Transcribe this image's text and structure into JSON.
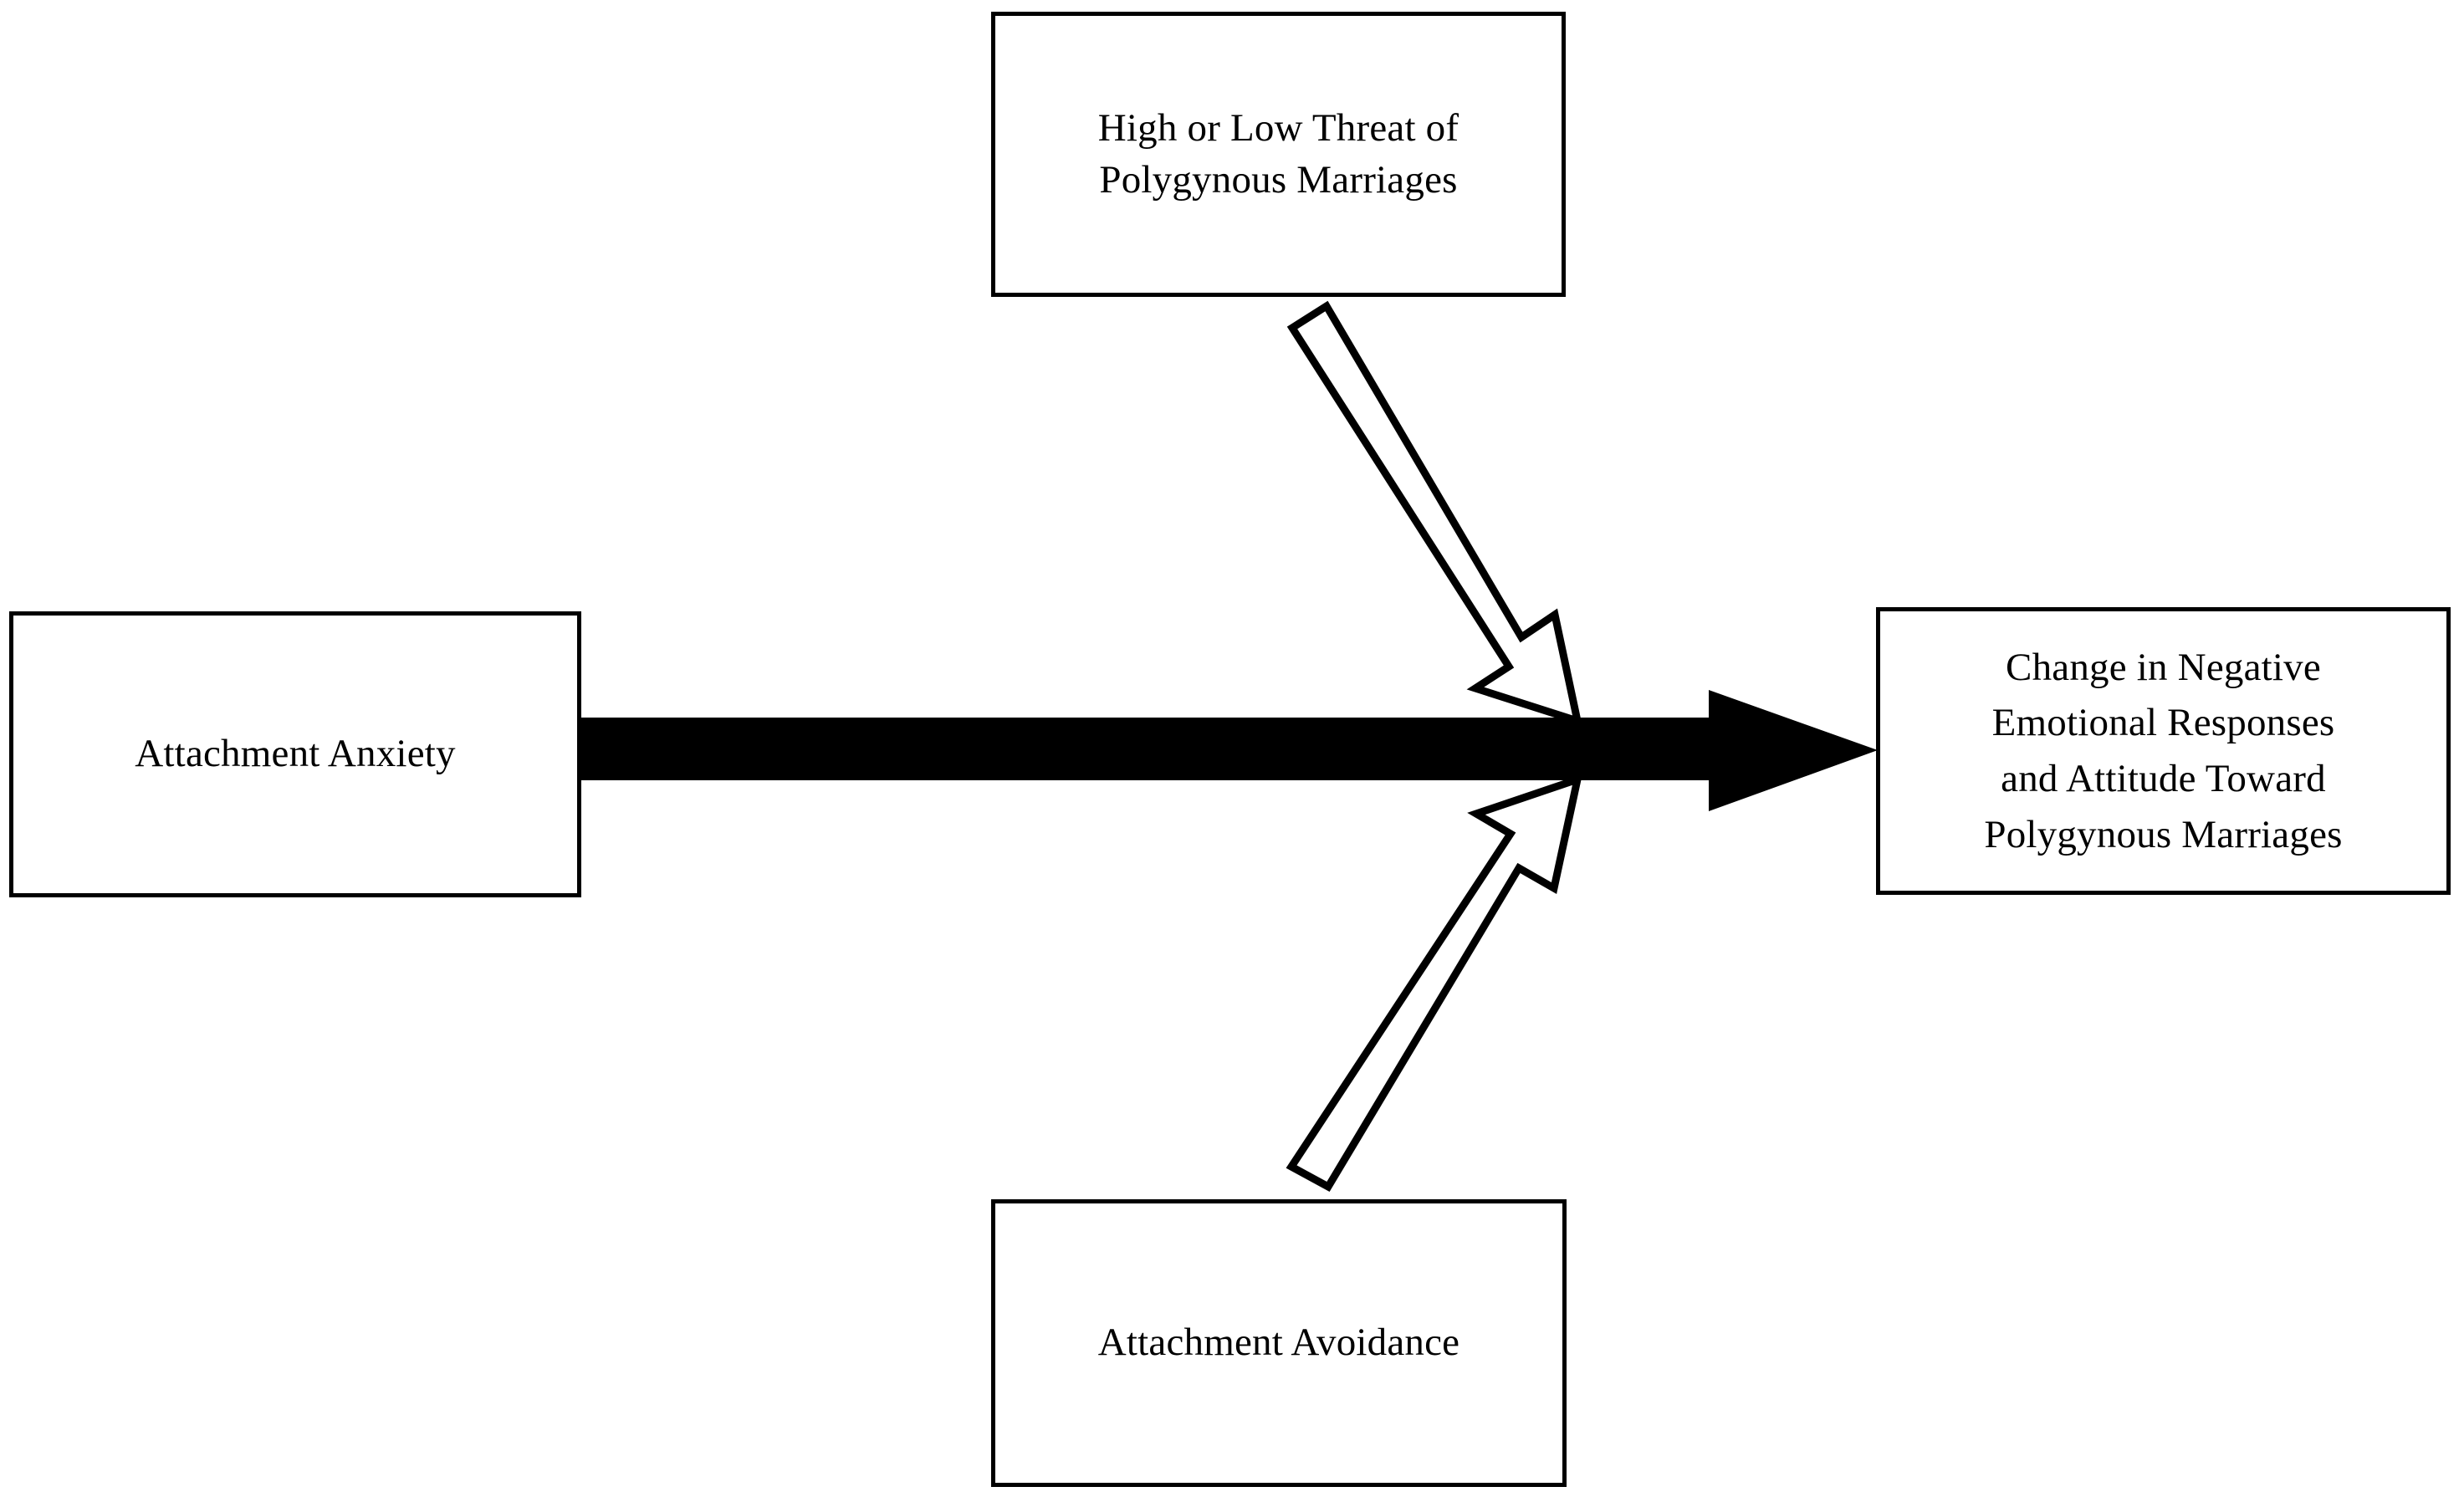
{
  "diagram": {
    "type": "moderation-model-path-diagram",
    "background_color": "#ffffff",
    "stroke_color": "#000000",
    "nodes": {
      "predictor": {
        "id": "attachment-anxiety",
        "label": "Attachment Anxiety",
        "role": "predictor",
        "position": "left"
      },
      "moderator_threat": {
        "id": "threat-of-polygynous-marriages",
        "label": "High or Low Threat of\nPolygynous Marriages",
        "role": "moderator",
        "position": "top"
      },
      "moderator_avoidance": {
        "id": "attachment-avoidance",
        "label": "Attachment Avoidance",
        "role": "moderator",
        "position": "bottom"
      },
      "outcome": {
        "id": "change-in-negative-emotional-responses",
        "label": "Change in Negative\nEmotional Responses\nand Attitude Toward\nPolygynous Marriages",
        "role": "outcome",
        "position": "right"
      }
    },
    "edges": [
      {
        "id": "main-path",
        "from": "attachment-anxiety",
        "to": "change-in-negative-emotional-responses",
        "style": "solid-thick-filled-arrow",
        "fill": "#000000",
        "direction": "left-to-right"
      },
      {
        "id": "moderation-path-threat",
        "from": "threat-of-polygynous-marriages",
        "to": "main-path",
        "style": "hollow-outlined-block-arrow",
        "fill": "#ffffff",
        "direction": "down-right"
      },
      {
        "id": "moderation-path-avoidance",
        "from": "attachment-avoidance",
        "to": "main-path",
        "style": "hollow-outlined-block-arrow",
        "fill": "#ffffff",
        "direction": "up-right"
      }
    ]
  }
}
